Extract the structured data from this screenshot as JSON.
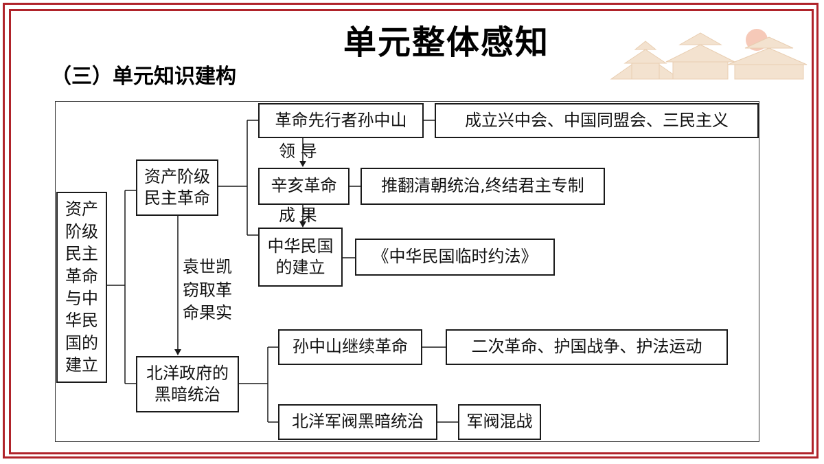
{
  "slide": {
    "title": "单元整体感知",
    "subtitle": "（三）单元知识建构"
  },
  "colors": {
    "frame": "#b0232a",
    "line": "#1a1a1a"
  },
  "decoration": {
    "icon": "pagoda-skyline-illustration"
  },
  "diagram": {
    "root": "资产阶级民主革命与中华民国的建立",
    "branch1": "资产阶级民主革命",
    "branch2": "北洋政府的黑暗统治",
    "transition": "袁世凯窃取革命果实",
    "b1_items": [
      {
        "label": "革命先行者孙中山",
        "detail": "成立兴中会、中国同盟会、三民主义"
      },
      {
        "label": "辛亥革命",
        "detail": "推翻清朝统治,终结君主专制"
      },
      {
        "label": "中华民国的建立",
        "detail": "《中华民国临时约法》"
      }
    ],
    "b1_links": [
      "领  导",
      "成  果"
    ],
    "b2_items": [
      {
        "label": "孙中山继续革命",
        "detail": "二次革命、护国战争、护法运动"
      },
      {
        "label": "北洋军阀黑暗统治",
        "detail": "军阀混战"
      }
    ]
  }
}
